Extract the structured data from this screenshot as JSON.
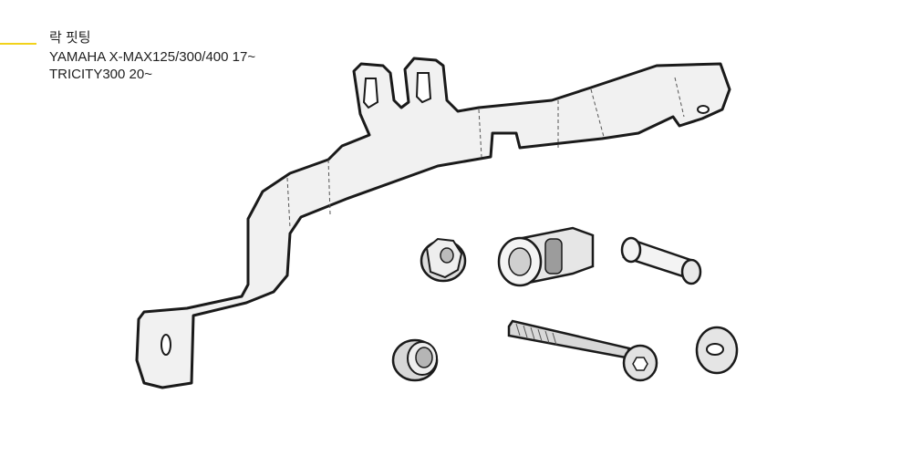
{
  "caption": {
    "title": "락 핏팅",
    "models": [
      "YAMAHA X-MAX125/300/400 17~",
      "TRICITY300 20~"
    ]
  },
  "colors": {
    "accent": "#f2d21b",
    "part_fill": "#f1f1f1",
    "outline": "#1a1a1a",
    "shade": "#c9c9c9"
  },
  "parts": {
    "bracket": "mounting-bracket",
    "items": [
      "flange-nut",
      "spacer-collar",
      "sleeve-tube",
      "top-hat-spacer",
      "socket-head-bolt",
      "washer"
    ]
  }
}
